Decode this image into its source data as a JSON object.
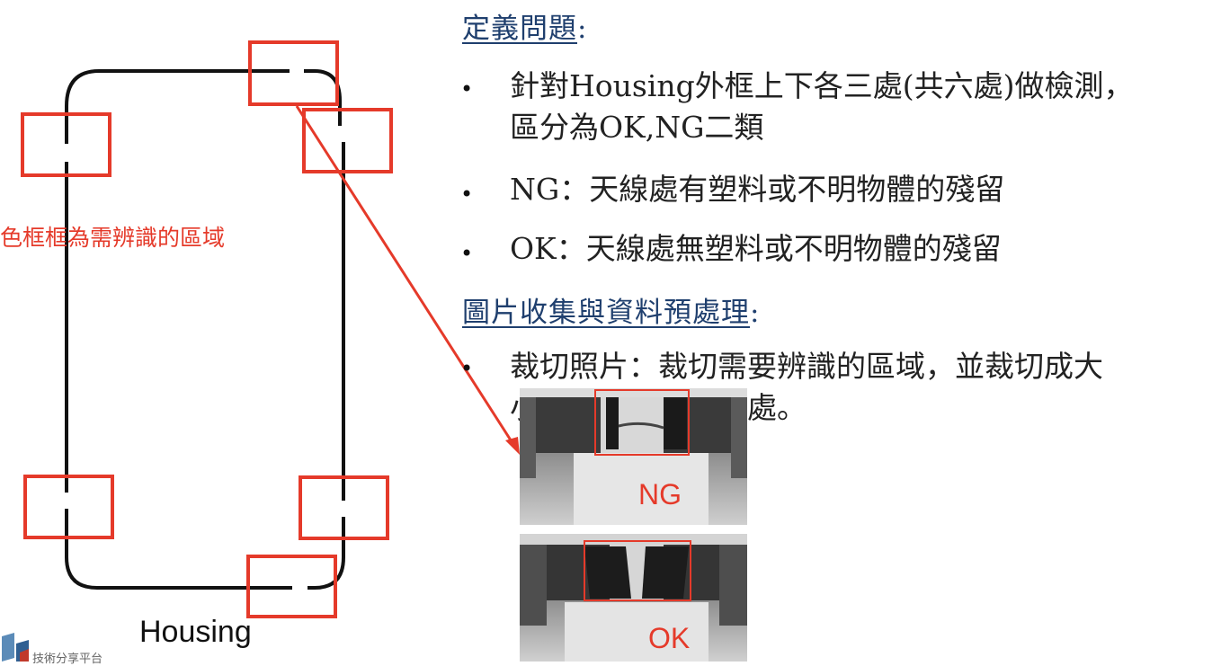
{
  "left_panel": {
    "note": "色框框為需辨識的區域",
    "housing_label": "Housing",
    "logo_text": "技術分享平台"
  },
  "section1": {
    "title": "定義問題",
    "title_colon": ":",
    "bullets": [
      {
        "lines": [
          "針對Housing外框上下各三處(共六處)做檢測，",
          "區分為OK,NG二類"
        ]
      },
      {
        "lines": [
          "NG：天線處有塑料或不明物體的殘留"
        ]
      },
      {
        "lines": [
          "OK：天線處無塑料或不明物體的殘留"
        ]
      }
    ]
  },
  "section2": {
    "title": "圖片收集與資料預處理",
    "title_colon": ":",
    "bullets": [
      {
        "lines": [
          "裁切照片：裁切需要辨識的區域，並裁切成大",
          "小一致的圖片共六處。"
        ]
      }
    ]
  },
  "photos": {
    "ng_label": "NG",
    "ok_label": "OK"
  },
  "colors": {
    "accent_red": "#e53a2a",
    "heading_blue": "#1f3f6e",
    "frame_black": "#111111"
  },
  "bullet_symbol": "•"
}
